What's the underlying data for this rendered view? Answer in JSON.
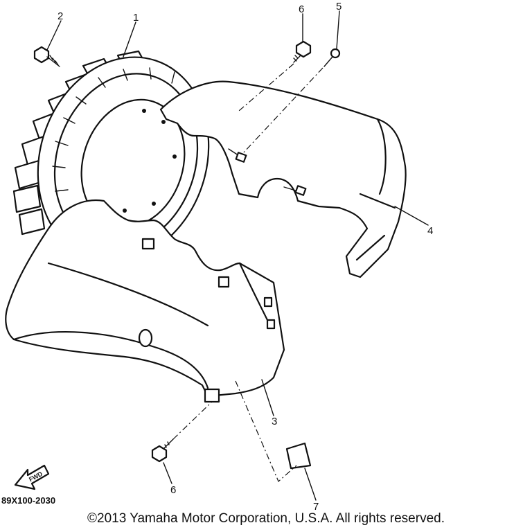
{
  "diagram": {
    "callouts": {
      "c1": "1",
      "c2": "2",
      "c3": "3",
      "c4": "4",
      "c5": "5",
      "c6_top": "6",
      "c6_bottom": "6",
      "c7": "7"
    },
    "fwd_label": "FWD",
    "part_code": "89X100-2030"
  },
  "footer": {
    "copyright": "©2013 Yamaha Motor Corporation, U.S.A. All rights reserved."
  }
}
